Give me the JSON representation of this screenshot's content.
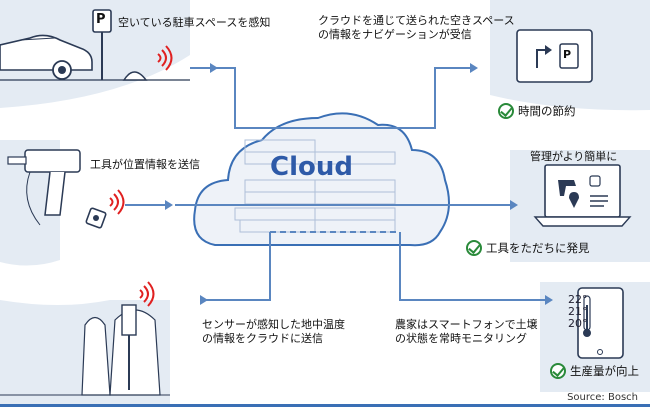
{
  "labels": {
    "parking_sensor": "空いている駐車スペースを感知",
    "navigation": "クラウドを通じて送られた空きスペース\nの情報をナビゲーションが受信",
    "tool_location": "工具が位置情報を送信",
    "soil_sensor": "センサーが感知した地中温度\nの情報をクラウドに送信",
    "farmer": "農家はスマートフォンで土壌\nの状態を常時モニタリング",
    "management": "管理がより簡単に"
  },
  "benefits": {
    "time_saving": "時間の節約",
    "tool_found": "工具をただちに発見",
    "productivity": "生産量が向上"
  },
  "cloud": {
    "title": "Cloud"
  },
  "parking_sign": "P",
  "phone_temps": [
    "22°",
    "21°",
    "20°"
  ],
  "source": "Source: Bosch",
  "colors": {
    "blue": "#3a6fb5",
    "arrow": "#5a86c0",
    "panel": "#dfe7f0",
    "check": "#2a8a3a",
    "signal": "#e02020"
  }
}
